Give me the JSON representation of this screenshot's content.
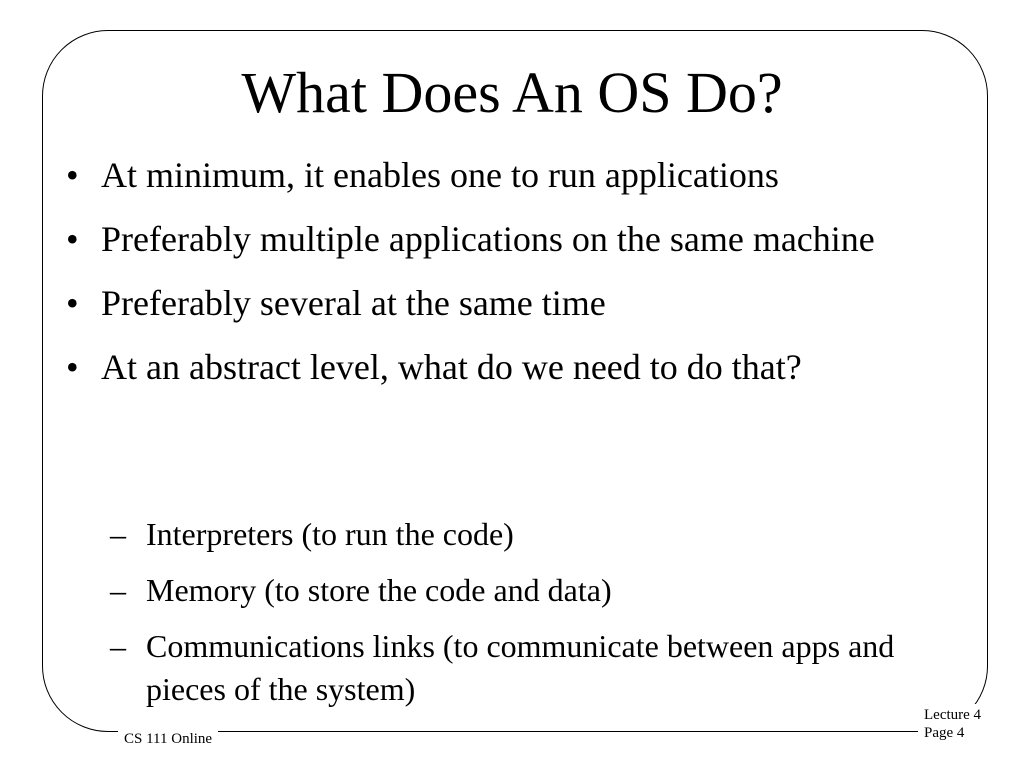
{
  "slide": {
    "title": "What Does An OS Do?",
    "bullet_symbol": "•",
    "sub_bullet_symbol": "–",
    "bullets": [
      "At minimum, it enables one to run applications",
      "Preferably multiple applications on the same machine",
      "Preferably several at the same time",
      "At an abstract level, what do we need to do that?"
    ],
    "sub_bullets": [
      "Interpreters (to run the code)",
      "Memory (to store the code and data)",
      "Communications links (to communicate between apps and pieces of the system)"
    ]
  },
  "footer": {
    "course": "CS 111 Online",
    "lecture": "Lecture 4",
    "page": "Page 4"
  }
}
